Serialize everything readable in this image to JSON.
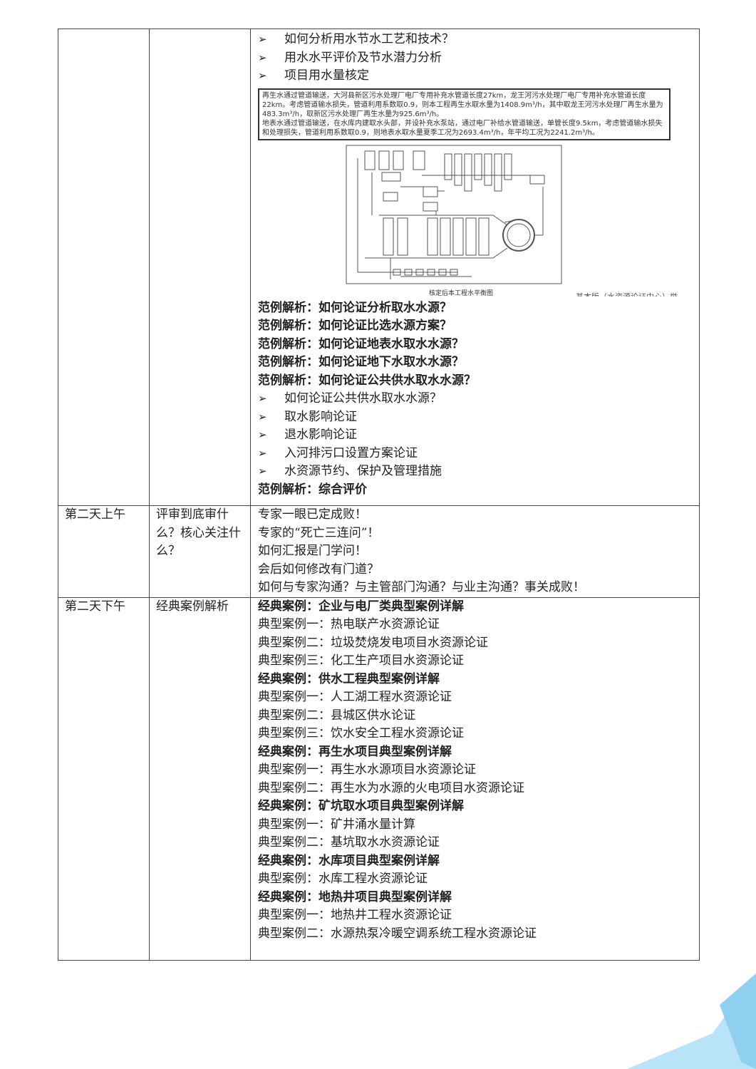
{
  "rows": {
    "r1": {
      "items": [
        {
          "text": "如何分析用水节水工艺和技术？",
          "style": "bullet"
        },
        {
          "text": "用水水平评价及节水潜力分析",
          "style": "bullet"
        },
        {
          "text": "项目用水量核定",
          "style": "bullet"
        }
      ],
      "box_lines": [
        "再生水通过管道输送，大河县新区污水处理厂电厂专用补充水管道长度27km，龙王河污水处理厂电厂专用补充水管道长度22km。考虑管道输水损失，管道利用系数取0.9，则本工程再生水取水量为1408.9m³/h，其中取龙王河污水处理厂再生水量为483.3m³/h，取新区污水处理厂再生水量为925.6m³/h。",
        "地表水通过管道输送，在水库内建取水头部，并设补充水泵站，通过电厂补给水管道输送，单管长度9.5km，考虑管道输水损失和处理损失，管道利用系数取0.9，则地表水取水量夏季工况为2693.4m³/h，年平均工况为2241.2m³/h。"
      ],
      "figure_caption": "核定后本工程水平衡图",
      "figure_note": "基本版（水资源论证中心）举",
      "items2": [
        {
          "text": "范例解析：如何论证分析取水水源？",
          "style": "bold"
        },
        {
          "text": "范例解析：如何论证比选水源方案？",
          "style": "bold"
        },
        {
          "text": "范例解析：如何论证地表水取水水源？",
          "style": "bold"
        },
        {
          "text": "范例解析：如何论证地下水取水水源？",
          "style": "bold"
        },
        {
          "text": "范例解析：如何论证公共供水取水水源？",
          "style": "bold"
        },
        {
          "text": "如何论证公共供水取水水源？",
          "style": "bullet"
        },
        {
          "text": "取水影响论证",
          "style": "bullet"
        },
        {
          "text": "退水影响论证",
          "style": "bullet"
        },
        {
          "text": "入河排污口设置方案论证",
          "style": "bullet"
        },
        {
          "text": "水资源节约、保护及管理措施",
          "style": "bullet"
        },
        {
          "text": "范例解析：综合评价",
          "style": "bold"
        }
      ]
    },
    "r2": {
      "time": "第二天上午",
      "topic": "评审到底审什么？核心关注什么？",
      "items": [
        {
          "text": "专家一眼已定成败！",
          "style": "plain"
        },
        {
          "text": "专家的“死亡三连问”！",
          "style": "plain"
        },
        {
          "text": "如何汇报是门学问！",
          "style": "plain"
        },
        {
          "text": "会后如何修改有门道？",
          "style": "plain"
        },
        {
          "text": "如何与专家沟通？与主管部门沟通？与业主沟通？事关成败！",
          "style": "plain"
        }
      ]
    },
    "r3": {
      "time": "第二天下午",
      "topic": "经典案例解析",
      "items": [
        {
          "text": "经典案例：企业与电厂类典型案例详解",
          "style": "bold"
        },
        {
          "text": "典型案例一：热电联产水资源论证",
          "style": "plain"
        },
        {
          "text": "典型案例二：垃圾焚烧发电项目水资源论证",
          "style": "plain"
        },
        {
          "text": "典型案例三：化工生产项目水资源论证",
          "style": "plain"
        },
        {
          "text": "经典案例：供水工程典型案例详解",
          "style": "bold"
        },
        {
          "text": "典型案例一：人工湖工程水资源论证",
          "style": "plain"
        },
        {
          "text": "典型案例二：县城区供水论证",
          "style": "plain"
        },
        {
          "text": "典型案例三：饮水安全工程水资源论证",
          "style": "plain"
        },
        {
          "text": "经典案例：再生水项目典型案例详解",
          "style": "bold"
        },
        {
          "text": "典型案例一：再生水水源项目水资源论证",
          "style": "plain"
        },
        {
          "text": "典型案例二：再生水为水源的火电项目水资源论证",
          "style": "plain"
        },
        {
          "text": "经典案例：矿坑取水项目典型案例详解",
          "style": "bold"
        },
        {
          "text": "典型案例一：矿井涌水量计算",
          "style": "plain"
        },
        {
          "text": "典型案例二：基坑取水水资源论证",
          "style": "plain"
        },
        {
          "text": "经典案例：水库项目典型案例详解",
          "style": "bold"
        },
        {
          "text": "典型案例：水库工程水资源论证",
          "style": "plain"
        },
        {
          "text": "经典案例：地热井项目典型案例详解",
          "style": "bold"
        },
        {
          "text": "典型案例一：地热井工程水资源论证",
          "style": "plain"
        },
        {
          "text": "典型案例二：水源热泵冷暖空调系统工程水资源论证",
          "style": "plain"
        }
      ]
    }
  },
  "decor": {
    "corner_colors": [
      "#b9e3f6",
      "#8fd0f0"
    ]
  }
}
